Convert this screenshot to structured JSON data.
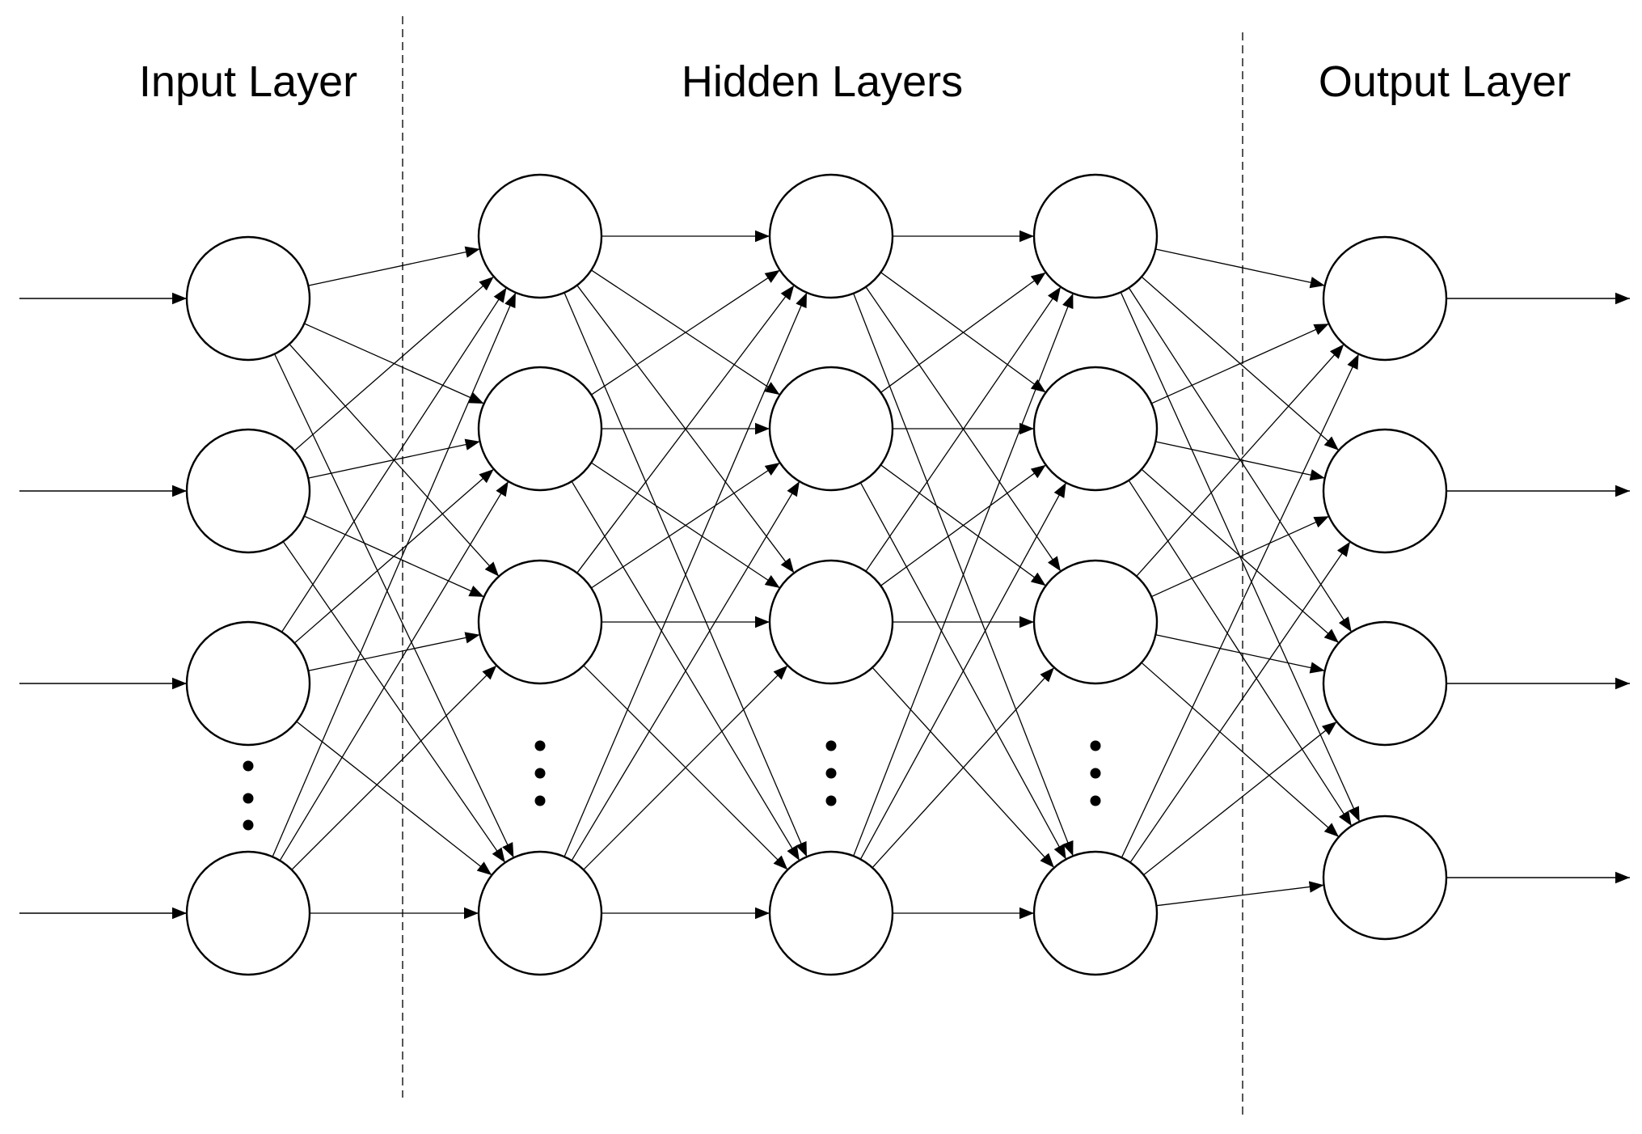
{
  "titles": {
    "input": "Input Layer",
    "hidden": "Hidden Layers",
    "output": "Output Layer"
  },
  "colors": {
    "background": "#ffffff",
    "stroke": "#000000",
    "divider": "#555555"
  },
  "network": {
    "layers": [
      {
        "role": "input",
        "visible_nodes": 4,
        "has_ellipsis": true
      },
      {
        "role": "hidden",
        "visible_nodes": 4,
        "has_ellipsis": true
      },
      {
        "role": "hidden",
        "visible_nodes": 4,
        "has_ellipsis": true
      },
      {
        "role": "hidden",
        "visible_nodes": 4,
        "has_ellipsis": true
      },
      {
        "role": "output",
        "visible_nodes": 4,
        "has_ellipsis": false
      }
    ],
    "connections": "fully-connected",
    "input_arrows": true,
    "output_arrows": true,
    "dividers": [
      "between-input-and-hidden",
      "between-hidden-and-output"
    ]
  }
}
